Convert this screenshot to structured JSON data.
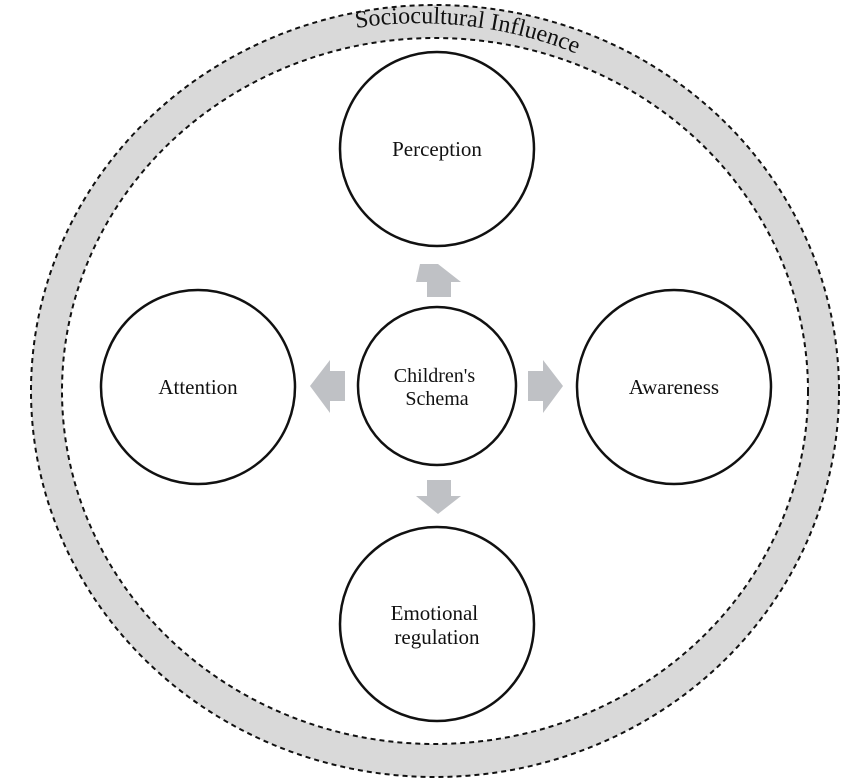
{
  "diagram": {
    "outer_ring_label": "Sociocultural Influence",
    "center": {
      "lines": [
        "Children's",
        "Schema"
      ]
    },
    "nodes": {
      "top": {
        "lines": [
          "Perception"
        ]
      },
      "left": {
        "lines": [
          "Attention"
        ]
      },
      "right": {
        "lines": [
          "Awareness"
        ]
      },
      "bottom": {
        "lines": [
          "Emotional",
          "regulation"
        ]
      }
    },
    "colors": {
      "ring_fill": "#d9d9d9",
      "arrow_fill": "#bfc1c5",
      "stroke": "#111111",
      "background": "#ffffff"
    }
  }
}
